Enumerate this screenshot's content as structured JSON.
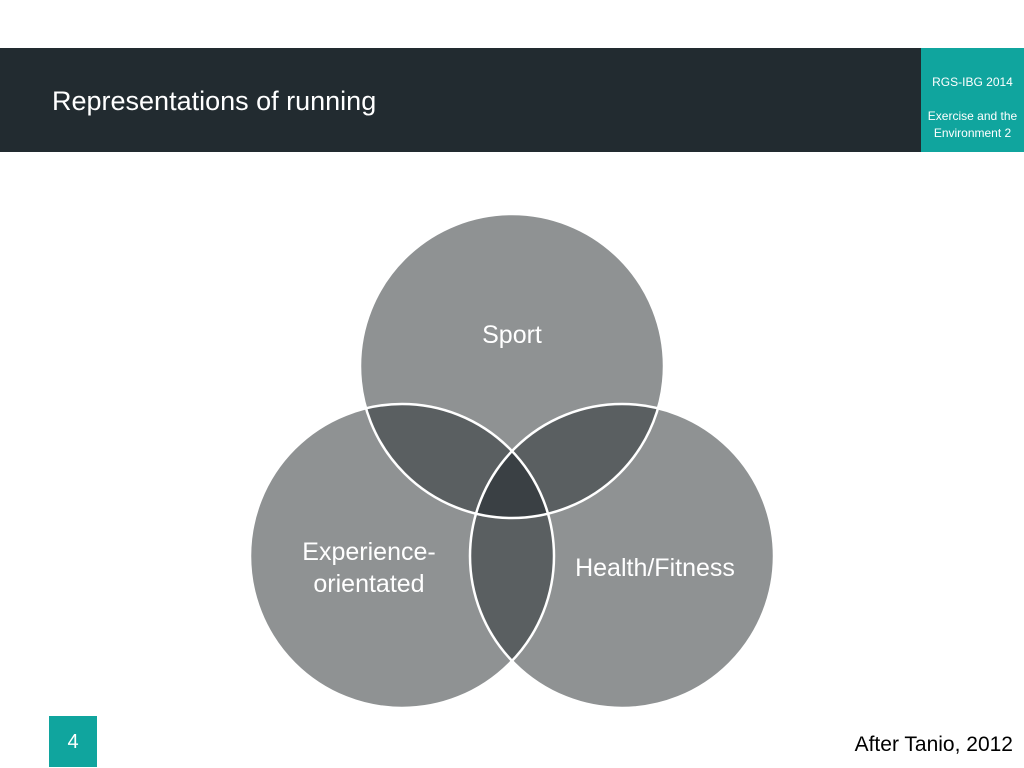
{
  "slide": {
    "title": "Representations of running",
    "corner": {
      "line1": "RGS-IBG 2014",
      "line2": "Exercise and the",
      "line3": "Environment 2"
    },
    "page_number": "4",
    "citation": "After Tanio, 2012"
  },
  "venn": {
    "top": "Sport",
    "left_line1": "Experience-",
    "left_line2": "orientated",
    "right": "Health/Fitness"
  },
  "colors": {
    "title_bar": "#222b30",
    "accent": "#10a59e",
    "circle": "#8f9293",
    "overlap_two": "#5a5f61",
    "overlap_three": "#3a4044"
  }
}
